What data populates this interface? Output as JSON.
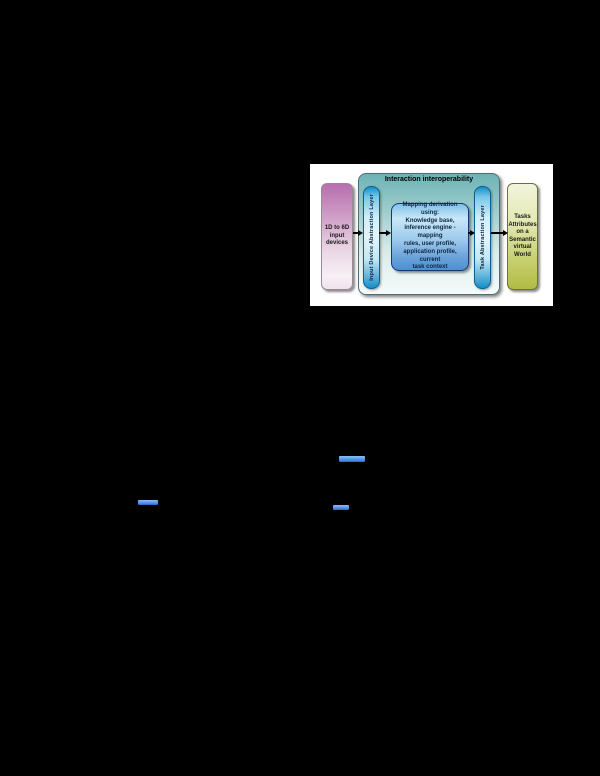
{
  "page": {
    "background": "#000000"
  },
  "figure": {
    "title": "Interaction interoperability",
    "input_devices_label": "1D to 6D\ninput\ndevices",
    "input_layer_label": "Input Device Abstraction Layer",
    "mapping_box_text": "Mapping derivation using:\nKnowledge base,\ninference engine - mapping\nrules, user profile,\napplication profile, current\ntask context",
    "task_layer_label": "Task Abstraction Layer",
    "output_label": "Tasks\nAttributes\non a\nSemantic\nvirtual\nWorld"
  },
  "colors": {
    "page-bg": "#000000",
    "figure-bg": "#ffffff",
    "pink-top": "#b76fae",
    "pink-bottom": "#f7f0f4",
    "container-top": "#6eb2b6",
    "container-bottom": "#f5fbfa",
    "cylinder-blue": "#1390c9",
    "cylinder-light": "#e2f5fc",
    "mapping-top": "#7fc0e8",
    "mapping-bottom": "#4c8fd3",
    "green-top": "#f2f5dc",
    "green-bottom": "#b0bc44",
    "link-blue": "#5d9df0",
    "arrow-black": "#000000"
  }
}
